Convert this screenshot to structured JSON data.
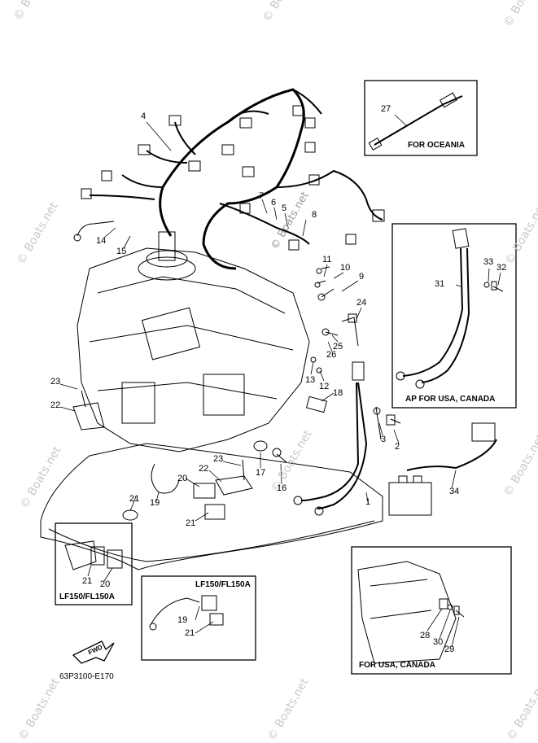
{
  "watermark": {
    "text": "© Boats.net"
  },
  "center_watermark": "© Boats.net",
  "insets": {
    "oceania": "FOR OCEANIA",
    "ap_usa_canada": "AP FOR USA, CANADA",
    "lf150_a": "LF150/FL150A",
    "lf150_b": "LF150/FL150A",
    "usa_canada": "FOR USA, CANADA"
  },
  "drawing_code": "63P3100-E170",
  "fwd_label": "FWD",
  "callouts": [
    "27",
    "4",
    "7",
    "6",
    "5",
    "8",
    "31",
    "33",
    "32",
    "14",
    "15",
    "11",
    "10",
    "9",
    "24",
    "25",
    "26",
    "13",
    "12",
    "18",
    "23",
    "22",
    "3",
    "2",
    "23",
    "22",
    "17",
    "16",
    "20",
    "21",
    "19",
    "21",
    "34",
    "1",
    "21",
    "20",
    "19",
    "21",
    "28",
    "30",
    "29"
  ]
}
